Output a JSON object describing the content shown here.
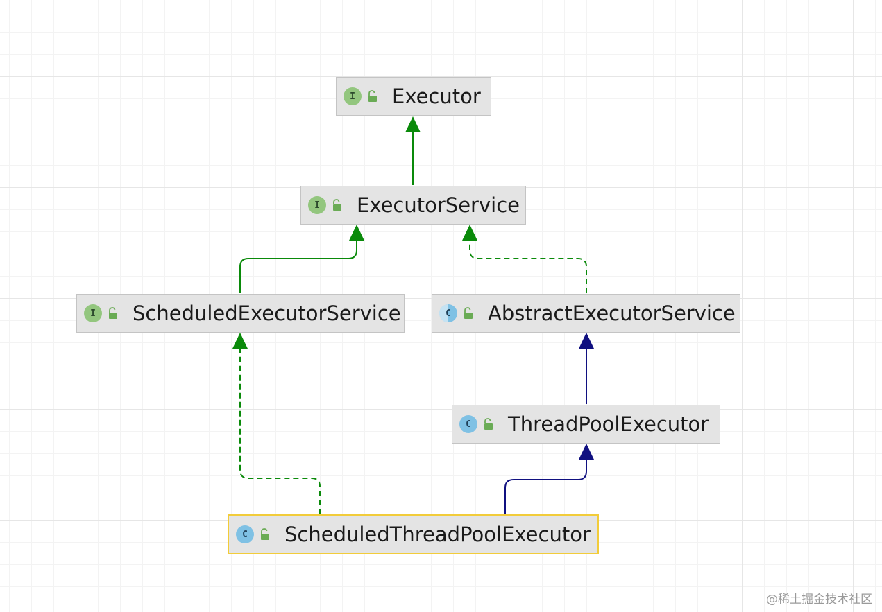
{
  "diagram": {
    "nodes": [
      {
        "id": "executor",
        "label": "Executor",
        "kind": "interface",
        "kind_letter": "I"
      },
      {
        "id": "executor-service",
        "label": "ExecutorService",
        "kind": "interface",
        "kind_letter": "I"
      },
      {
        "id": "scheduled-executor-service",
        "label": "ScheduledExecutorService",
        "kind": "interface",
        "kind_letter": "I"
      },
      {
        "id": "abstract-executor-service",
        "label": "AbstractExecutorService",
        "kind": "abstract-class",
        "kind_letter": "C"
      },
      {
        "id": "thread-pool-executor",
        "label": "ThreadPoolExecutor",
        "kind": "class",
        "kind_letter": "C"
      },
      {
        "id": "scheduled-thread-pool-executor",
        "label": "ScheduledThreadPoolExecutor",
        "kind": "class",
        "kind_letter": "C",
        "selected": true
      }
    ],
    "edges": [
      {
        "from": "executor-service",
        "to": "executor",
        "relation": "extends",
        "style": "solid",
        "color": "#0a8a0a"
      },
      {
        "from": "scheduled-executor-service",
        "to": "executor-service",
        "relation": "extends",
        "style": "solid",
        "color": "#0a8a0a"
      },
      {
        "from": "abstract-executor-service",
        "to": "executor-service",
        "relation": "implements",
        "style": "dashed",
        "color": "#0a8a0a"
      },
      {
        "from": "thread-pool-executor",
        "to": "abstract-executor-service",
        "relation": "extends",
        "style": "solid",
        "color": "#101080"
      },
      {
        "from": "scheduled-thread-pool-executor",
        "to": "thread-pool-executor",
        "relation": "extends",
        "style": "solid",
        "color": "#101080"
      },
      {
        "from": "scheduled-thread-pool-executor",
        "to": "scheduled-executor-service",
        "relation": "implements",
        "style": "dashed",
        "color": "#0a8a0a"
      }
    ]
  },
  "icons": {
    "interface": "interface-icon",
    "class": "class-icon",
    "abstract_class": "abstract-class-icon",
    "visibility": "public-lock-icon"
  },
  "colors": {
    "interface_icon": "#93c67e",
    "class_icon": "#7fc1e4",
    "selection_border": "#f2cc3a",
    "node_background": "#e4e4e4"
  },
  "watermark": "@稀土掘金技术社区"
}
